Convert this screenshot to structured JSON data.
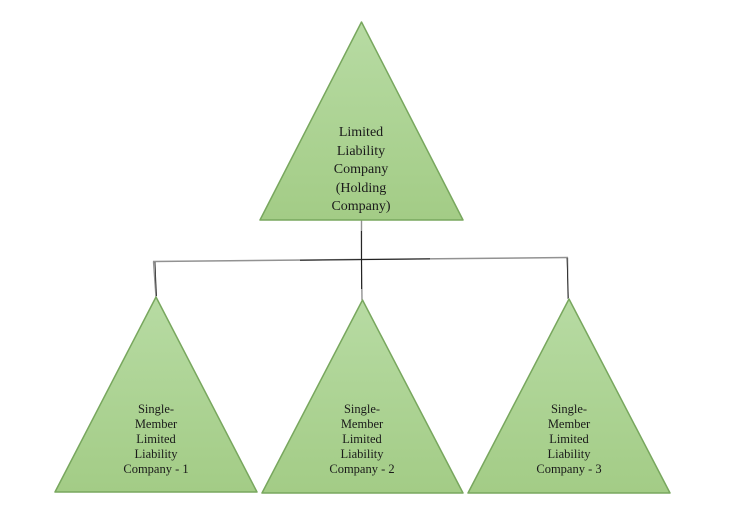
{
  "colors": {
    "background": "#ffffff",
    "shape_fill_top": "#b7dba3",
    "shape_fill_bottom": "#a3cc86",
    "shape_border": "#78a75e",
    "connector_gray": "#929292",
    "connector_black": "#1f1f1f",
    "text": "#1a1a1a"
  },
  "chart": {
    "type": "org-hierarchy-triangles",
    "root": {
      "label": "Limited\nLiability\nCompany\n(Holding\nCompany)"
    },
    "children": [
      {
        "label": "Single-\nMember\nLimited\nLiability\nCompany - 1"
      },
      {
        "label": "Single-\nMember\nLimited\nLiability\nCompany - 2"
      },
      {
        "label": "Single-\nMember\nLimited\nLiability\nCompany - 3"
      }
    ]
  }
}
